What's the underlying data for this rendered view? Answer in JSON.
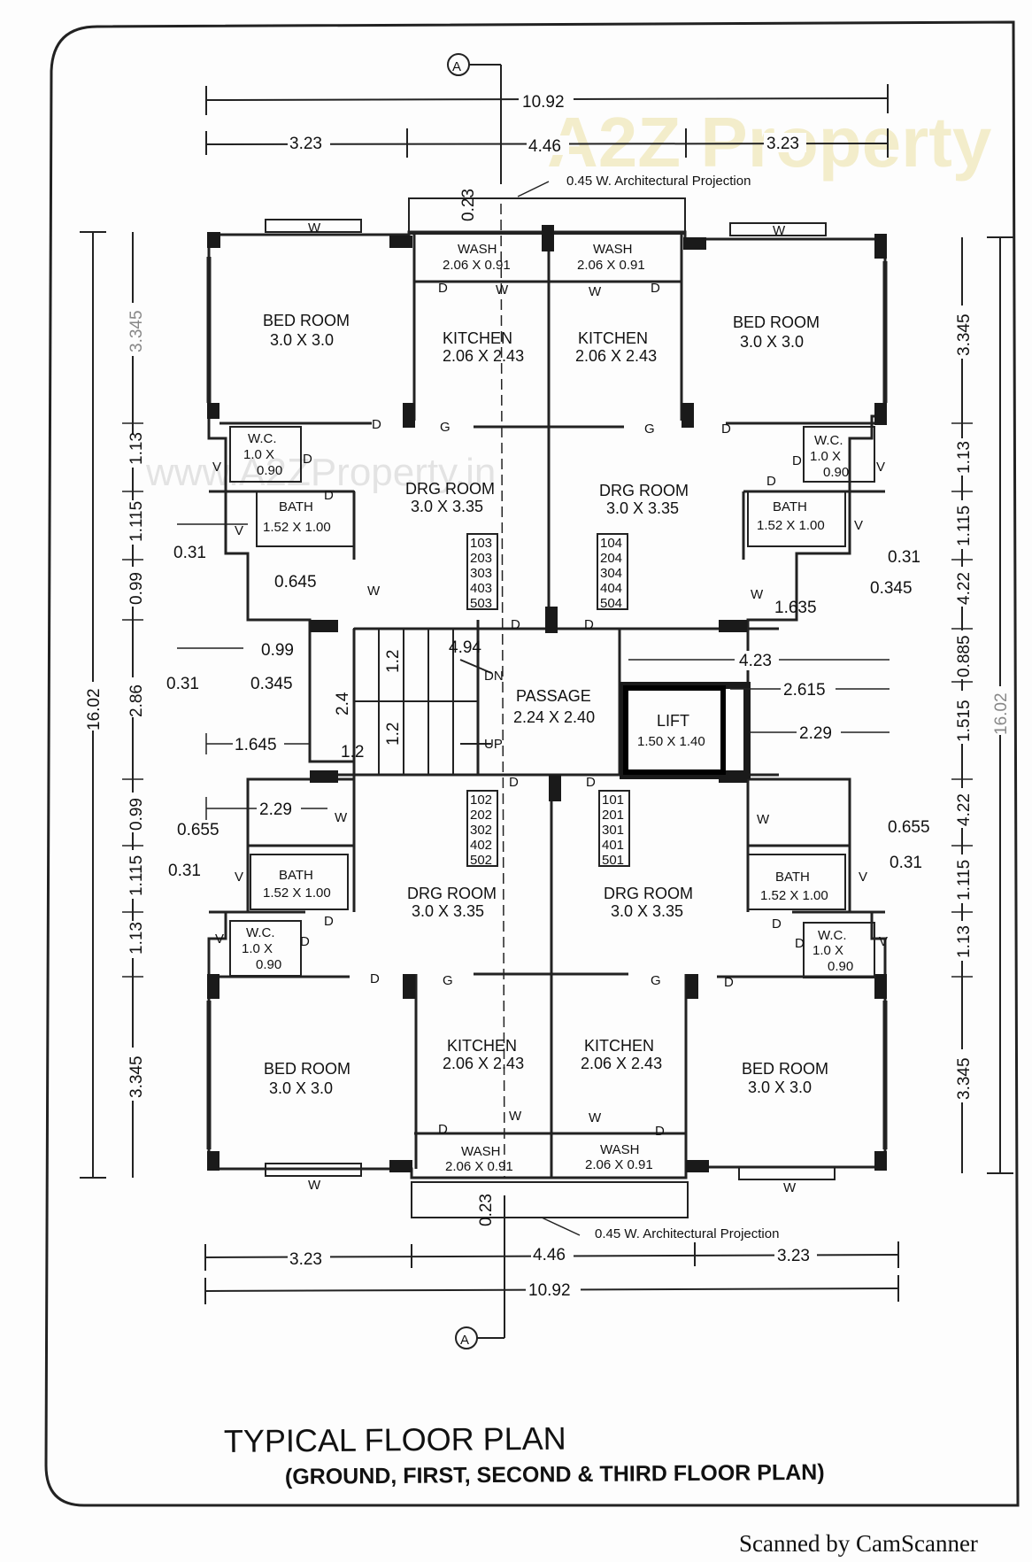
{
  "watermark": {
    "brand": "A2Z Property",
    "url": "www.A2ZProperty.in"
  },
  "section_marker": "A",
  "title": "TYPICAL FLOOR PLAN",
  "subtitle": "(GROUND, FIRST, SECOND & THIRD FLOOR PLAN)",
  "scanner_note": "Scanned by CamScanner",
  "projection_note": "0.45 W. Architectural Projection",
  "rooms": {
    "bed_room": {
      "name": "BED ROOM",
      "size": "3.0 X 3.0"
    },
    "kitchen": {
      "name": "KITCHEN",
      "size": "2.06 X 2.43"
    },
    "wash": {
      "name": "WASH",
      "size": "2.06 X 0.91"
    },
    "drg_room": {
      "name": "DRG ROOM",
      "size": "3.0 X 3.35"
    },
    "bath": {
      "name": "BATH",
      "size": "1.52 X 1.00"
    },
    "wc": {
      "name": "W.C.",
      "size_a": "1.0 X",
      "size_b": "0.90"
    },
    "passage": {
      "name": "PASSAGE",
      "size": "2.24 X 2.40"
    },
    "lift": {
      "name": "LIFT",
      "size": "1.50 X 1.40"
    }
  },
  "flat_numbers": {
    "upper_left": [
      "103",
      "203",
      "303",
      "403",
      "503"
    ],
    "upper_right": [
      "104",
      "204",
      "304",
      "404",
      "504"
    ],
    "lower_left": [
      "102",
      "202",
      "302",
      "402",
      "502"
    ],
    "lower_right": [
      "101",
      "201",
      "301",
      "401",
      "501"
    ]
  },
  "stair": {
    "dn": "DN",
    "up": "UP"
  },
  "opening_marks": {
    "door": "D",
    "window": "W",
    "grill": "G",
    "vent": "V"
  },
  "dimensions": {
    "overall_width": "10.92",
    "side_width": "3.23",
    "centre_width": "4.46",
    "projection_depth": "0.23",
    "overall_length": "16.02",
    "left_chain": [
      "3.345",
      "1.13",
      "1.115",
      "0.99",
      "2.86",
      "0.99",
      "1.115",
      "1.13",
      "3.345"
    ],
    "left_chain_upper": [
      "3.345",
      "1.13",
      "1.115",
      "0.99"
    ],
    "right_chain": [
      "3.345",
      "1.13",
      "1.115",
      "4.22",
      "0.885",
      "1.515",
      "4.22",
      "1.115",
      "1.13",
      "3.345"
    ],
    "misc": {
      "d031": "0.31",
      "d0645": "0.645",
      "d099": "0.99",
      "d0345": "0.345",
      "d1645": "1.645",
      "d12": "1.2",
      "d24": "2.4",
      "d494": "4.94",
      "d423": "4.23",
      "d2615": "2.615",
      "d229": "2.29",
      "d1635": "1.635",
      "d0655": "0.655"
    }
  }
}
